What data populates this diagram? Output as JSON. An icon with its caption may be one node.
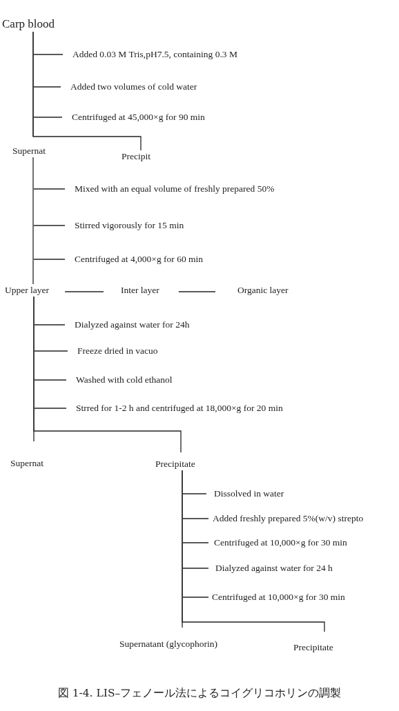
{
  "diagram": {
    "caption": "図 1-4. LIS–フェノール法によるコイグリコホリンの調製",
    "nodes": [
      {
        "text": [
          "Carp blood"
        ]
      },
      {
        "text": [
          "Added 0.03 M Tris,pH7.5, containing 0.3 M"
        ]
      },
      {
        "text": [
          "Added two volumes of cold water"
        ]
      },
      {
        "text": [
          "Centrifuged at 45,000×g for 90 min"
        ]
      },
      {
        "text": [
          "Supernat"
        ]
      },
      {
        "text": [
          "Precipit"
        ]
      },
      {
        "text": [
          "Mixed with an equal volume of freshly prepared 50%"
        ]
      },
      {
        "text": [
          "Stirred vigorously for 15 min"
        ]
      },
      {
        "text": [
          "Centrifuged at 4,000×g for 60 min"
        ]
      },
      {
        "text": [
          "Upper layer"
        ]
      },
      {
        "text": [
          "Inter layer"
        ]
      },
      {
        "text": [
          "Organic layer"
        ]
      },
      {
        "text": [
          "Dialyzed against water for 24h"
        ]
      },
      {
        "text": [
          "Freeze dried in vacuo"
        ]
      },
      {
        "text": [
          "Washed with cold ethanol"
        ]
      },
      {
        "text": [
          "Strred for 1-2 h and centrifuged at 18,000×g for 20 min"
        ]
      },
      {
        "text": [
          "Supernat"
        ]
      },
      {
        "text": [
          "Precipitate"
        ]
      },
      {
        "text": [
          "Dissolved in water"
        ]
      },
      {
        "text": [
          "Added freshly prepared 5%(w/v) strepto"
        ]
      },
      {
        "text": [
          "Centrifuged at 10,000×g for 30 min"
        ]
      },
      {
        "text": [
          "Dialyzed against water for 24 h"
        ]
      },
      {
        "text": [
          "Centrifuged at 10,000×g for 30 min"
        ]
      },
      {
        "text": [
          "Supernatant (glycophorin)"
        ]
      },
      {
        "text": [
          "Precipitate"
        ]
      }
    ],
    "edges": [
      {
        "from": 0,
        "to": 4,
        "arrow": "none"
      },
      {
        "from": 0,
        "to": 5,
        "arrow": "none"
      },
      {
        "from": null,
        "to": 1,
        "arrow": "none"
      },
      {
        "from": null,
        "to": 2,
        "arrow": "none"
      },
      {
        "from": null,
        "to": 3,
        "arrow": "none"
      },
      {
        "from": 4,
        "to": 9,
        "arrow": "none"
      },
      {
        "from": null,
        "to": 6,
        "arrow": "none"
      },
      {
        "from": null,
        "to": 7,
        "arrow": "none"
      },
      {
        "from": null,
        "to": 8,
        "arrow": "none"
      },
      {
        "from": 9,
        "to": 10,
        "arrow": "none"
      },
      {
        "from": 10,
        "to": 11,
        "arrow": "none"
      },
      {
        "from": 9,
        "to": 16,
        "arrow": "none"
      },
      {
        "from": 9,
        "to": 17,
        "arrow": "none"
      },
      {
        "from": null,
        "to": 12,
        "arrow": "none"
      },
      {
        "from": null,
        "to": 13,
        "arrow": "none"
      },
      {
        "from": null,
        "to": 14,
        "arrow": "none"
      },
      {
        "from": null,
        "to": 15,
        "arrow": "none"
      },
      {
        "from": 17,
        "to": 23,
        "arrow": "none"
      },
      {
        "from": 17,
        "to": 24,
        "arrow": "none"
      },
      {
        "from": null,
        "to": 18,
        "arrow": "none"
      },
      {
        "from": null,
        "to": 19,
        "arrow": "none"
      },
      {
        "from": null,
        "to": 20,
        "arrow": "none"
      },
      {
        "from": null,
        "to": 21,
        "arrow": "none"
      },
      {
        "from": null,
        "to": 22,
        "arrow": "none"
      }
    ]
  }
}
